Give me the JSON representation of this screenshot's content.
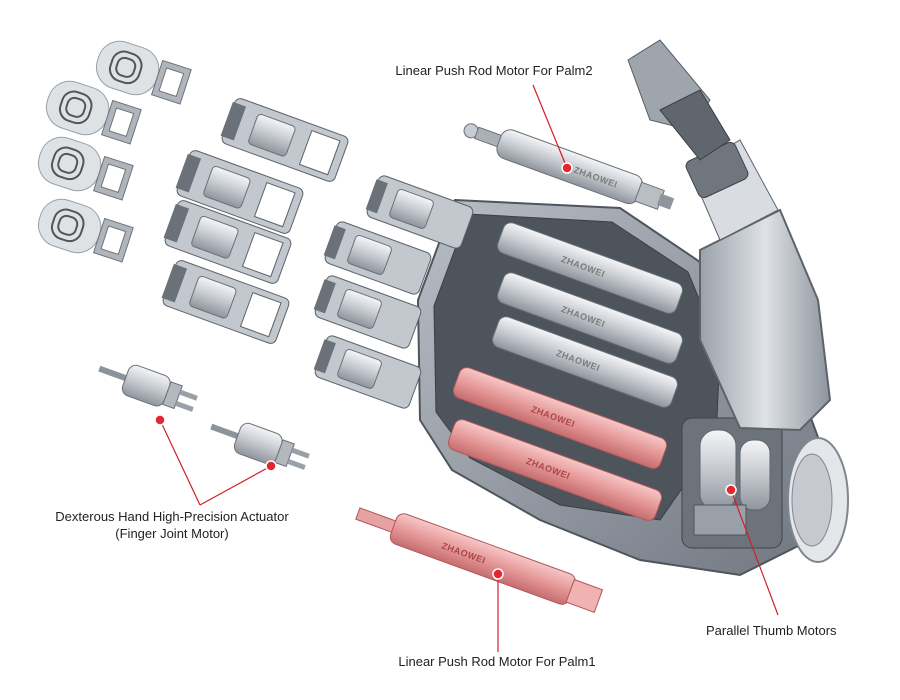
{
  "labels": {
    "palm2": "Linear Push Rod Motor For Palm2",
    "actuator_line1": "Dexterous Hand High-Precision Actuator",
    "actuator_line2": "(Finger Joint Motor)",
    "palm1": "Linear Push Rod Motor For Palm1",
    "thumb": "Parallel Thumb Motors"
  },
  "motor_brand": "ZHAOWEI",
  "colors": {
    "callout_line": "#d21e2a",
    "callout_dot": "#e3262f",
    "red_motor": "#e69898",
    "metal": "#c9cdd3",
    "shell": "#8e959e"
  }
}
